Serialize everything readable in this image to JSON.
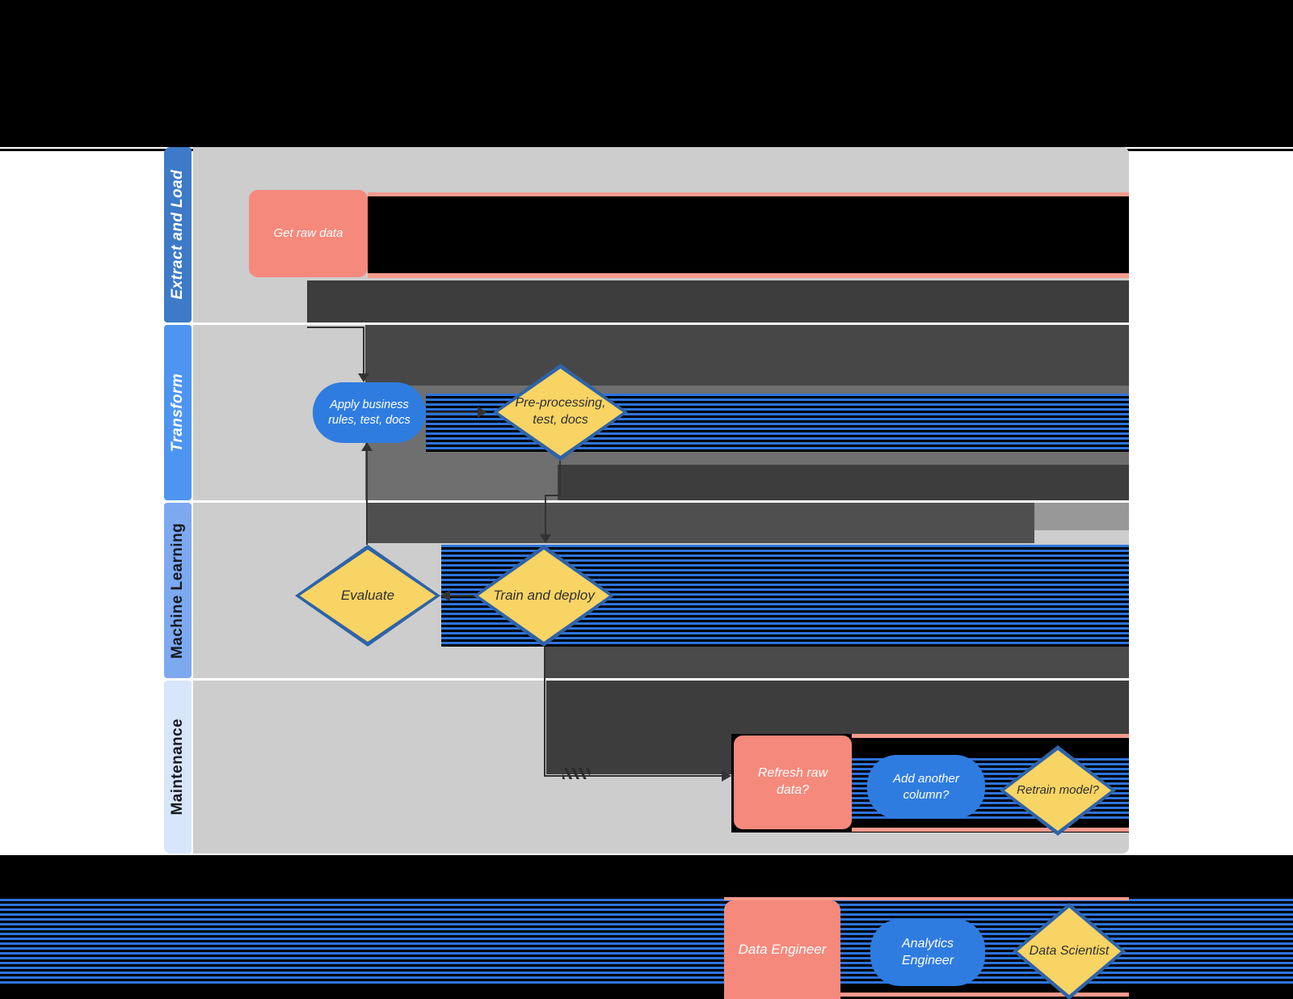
{
  "diagram": {
    "title_hint": "ETL and machine learning swimlane flowchart",
    "lanes": [
      {
        "id": "extract-and-load",
        "label": "Extract and Load",
        "strip_color": "#3d7ac7",
        "label_color": "#ffffff"
      },
      {
        "id": "transform",
        "label": "Transform",
        "strip_color": "#4e95f2",
        "label_color": "#ffffff"
      },
      {
        "id": "machine-learning",
        "label": "Machine Learning",
        "strip_color": "#7ca9f0",
        "label_color": "#15181e"
      },
      {
        "id": "maintenance",
        "label": "Maintenance",
        "strip_color": "#d7e6fa",
        "label_color": "#15181e"
      }
    ],
    "nodes": {
      "get_raw_data": {
        "label": "Get raw data",
        "shape": "rounded-rectangle",
        "color": "#f5897c",
        "lane": "Extract and Load"
      },
      "apply_business_rules": {
        "label": "Apply business rules, test, docs",
        "shape": "stadium",
        "color": "#2f7ce0",
        "lane": "Transform"
      },
      "preprocessing": {
        "label": "Pre-processing, test, docs",
        "shape": "diamond",
        "color": "#f8d464",
        "border_color": "#2e63a8",
        "lane": "Transform"
      },
      "evaluate": {
        "label": "Evaluate",
        "shape": "diamond",
        "color": "#f8d464",
        "border_color": "#2e63a8",
        "lane": "Machine Learning"
      },
      "train_and_deploy": {
        "label": "Train and deploy",
        "shape": "diamond",
        "color": "#f8d464",
        "border_color": "#2e63a8",
        "lane": "Machine Learning"
      },
      "refresh_raw_data": {
        "label": "Refresh raw data?",
        "shape": "rounded-rectangle",
        "color": "#f5897c",
        "lane": "Maintenance"
      },
      "add_another_column": {
        "label": "Add another column?",
        "shape": "stadium",
        "color": "#2f7ce0",
        "lane": "Maintenance"
      },
      "retrain_model": {
        "label": "Retrain model?",
        "shape": "diamond",
        "color": "#f8d464",
        "border_color": "#2e63a8",
        "lane": "Maintenance"
      }
    },
    "legend": {
      "data_engineer": {
        "label": "Data Engineer",
        "shape": "rounded-rectangle",
        "color": "#f5897c"
      },
      "analytics_engineer": {
        "label": "Analytics Engineer",
        "shape": "stadium",
        "color": "#2f7ce0"
      },
      "data_scientist": {
        "label": "Data Scientist",
        "shape": "diamond",
        "color": "#f8d464",
        "border_color": "#2e63a8"
      }
    },
    "colors": {
      "lane_body_grey": "#cdcdcd",
      "salmon": "#f5897c",
      "salmon_smear": "#f59a8d",
      "blue": "#2f7ce0",
      "yellow": "#f8d464",
      "diamond_border": "#2e63a8",
      "stripe_blue": "#2e74dd",
      "artifact_black": "#000000",
      "artifact_dark_grey": "#3d3d3d",
      "artifact_mid_grey": "#6f6f6f"
    }
  }
}
